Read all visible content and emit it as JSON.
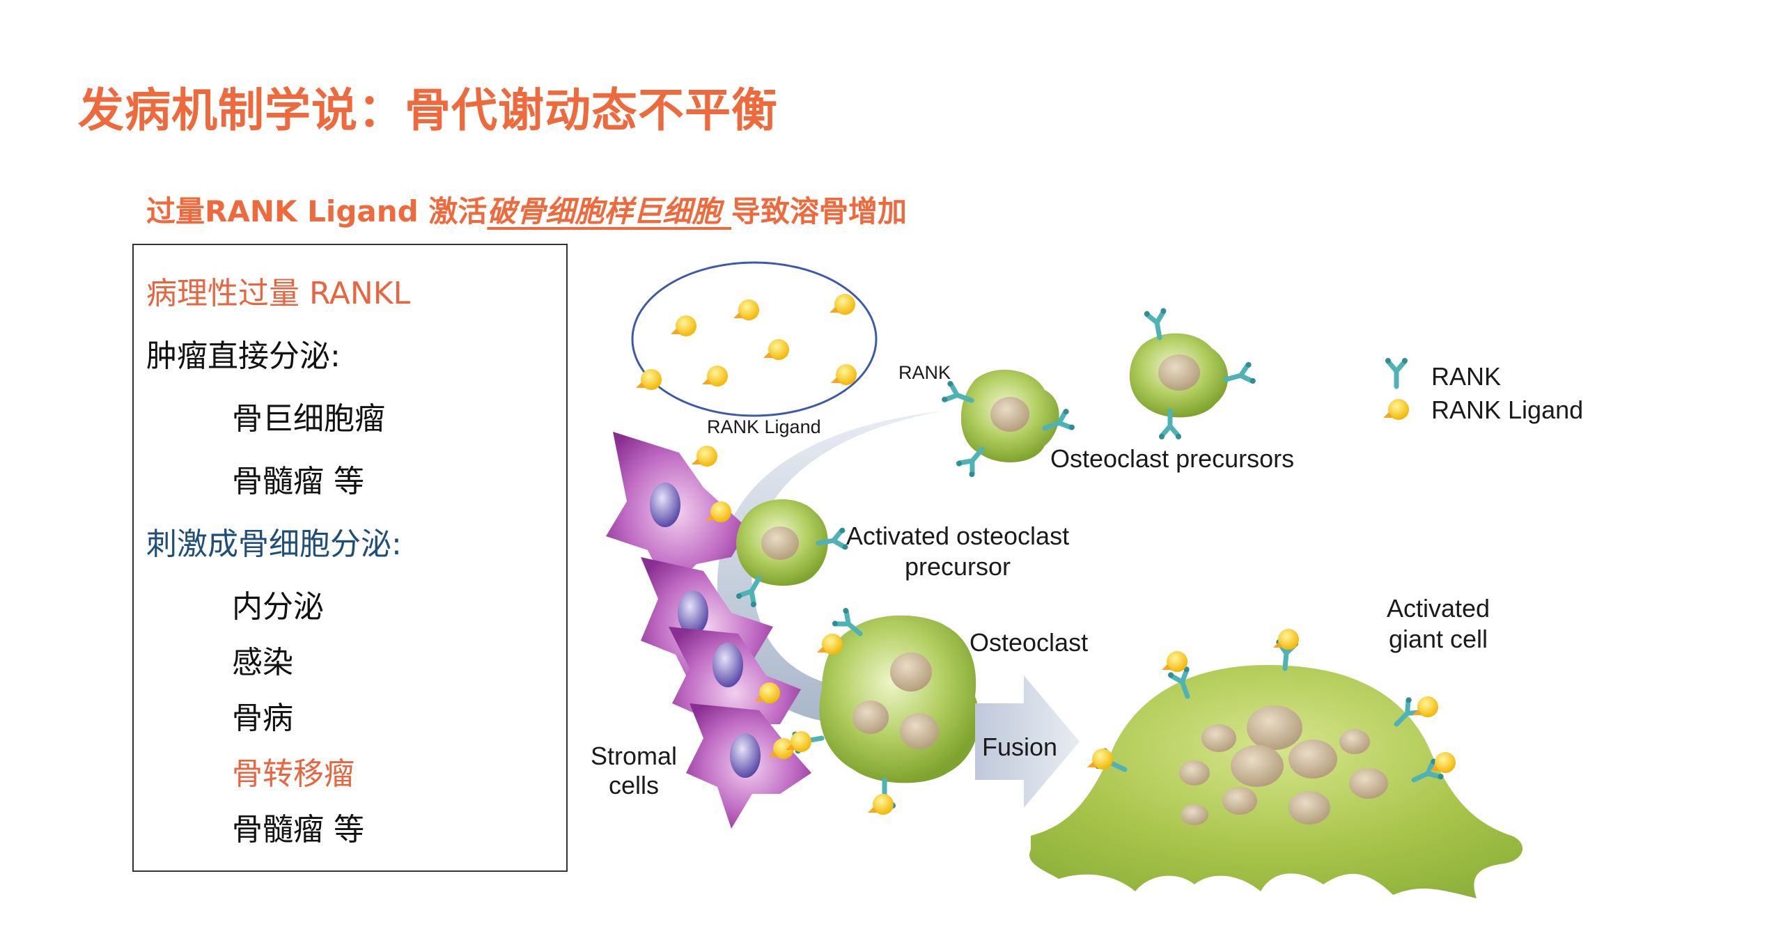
{
  "title": "发病机制学说：骨代谢动态不平衡",
  "subtitle": {
    "pre": "过量RANK Ligand 激活",
    "emph": "破骨细胞样巨细胞 ",
    "post": "导致溶骨增加"
  },
  "box": {
    "heading1": "病理性过量 RANKL",
    "heading2": "肿瘤直接分泌:",
    "tumor_items": [
      "骨巨细胞瘤",
      "骨髓瘤 等"
    ],
    "heading3": "刺激成骨细胞分泌:",
    "secretion_items": [
      "内分泌",
      "感染",
      "骨病",
      "骨转移瘤",
      "骨髓瘤 等"
    ]
  },
  "diagram": {
    "rank_label": "RANK",
    "rank_ligand_label": "RANK Ligand",
    "osteoclast_precursors": "Osteoclast precursors",
    "activated_precursor": [
      "Activated osteoclast",
      "precursor"
    ],
    "osteoclast": "Osteoclast",
    "fusion": "Fusion",
    "stromal_cells": [
      "Stromal",
      "cells"
    ],
    "activated_giant_cell": [
      "Activated",
      "giant cell"
    ],
    "legend": {
      "rank": "RANK",
      "rank_ligand": "RANK Ligand"
    }
  },
  "colors": {
    "title": "#EE6A3C",
    "highlight": "#E8653F",
    "navy": "#1F4E79",
    "cell_green": "#8FB33A",
    "stromal_purple": "#A23FA8",
    "ligand_yellow": "#F5C518",
    "receptor_teal": "#4FB3B5"
  }
}
